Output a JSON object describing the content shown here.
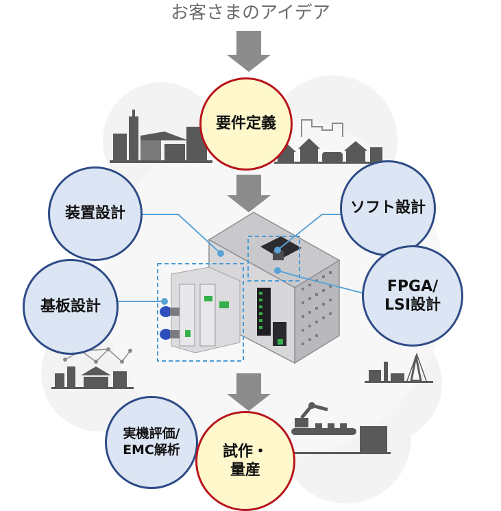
{
  "title": "お客さまのアイデア",
  "nodes": {
    "requirements": "要件定義",
    "device_design": "装置設計",
    "software_design": "ソフト設計",
    "board_design": "基板設計",
    "fpga_lsi_design": "FPGA/\nLSI設計",
    "evaluation_emc": "実機評価/\nEMC解析",
    "prototype_production": "試作・\n量産"
  },
  "colors": {
    "blue_fill": "#dce5f3",
    "blue_border": "#2e4b87",
    "red_border": "#b7141b",
    "yellow_fill": "#fff8cc",
    "arrow": "#8c8c8c",
    "connector": "#5aa2d6"
  }
}
